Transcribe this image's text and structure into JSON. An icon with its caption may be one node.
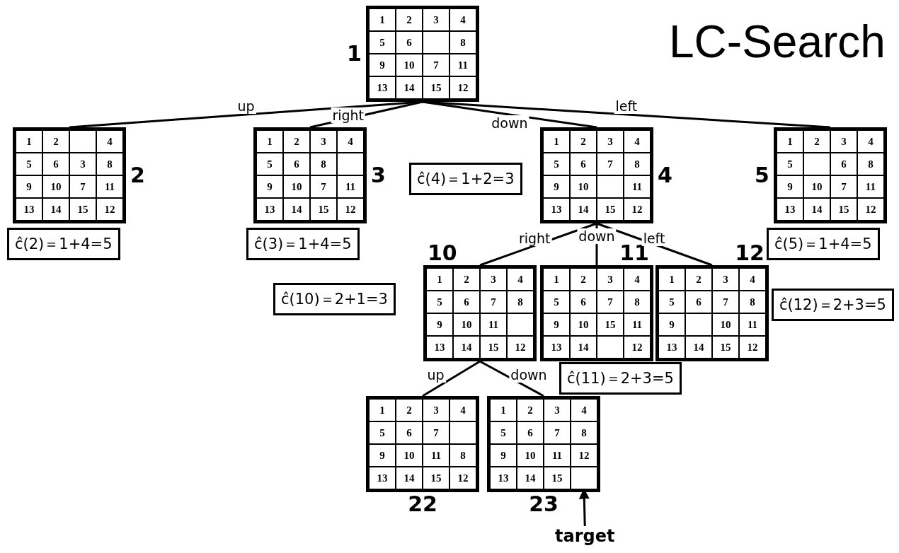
{
  "diagram": {
    "title": "LC-Search",
    "nodes": [
      {
        "text": [
          "1"
        ]
      },
      {
        "text": [
          "1"
        ],
        "in": 0
      },
      {
        "text": [
          "2"
        ],
        "in": 0
      },
      {
        "text": [
          "3"
        ],
        "in": 0
      },
      {
        "text": [
          "4"
        ],
        "in": 0
      },
      {
        "text": [
          "5"
        ],
        "in": 0
      },
      {
        "text": [
          "6"
        ],
        "in": 0
      },
      {
        "text": [],
        "shape": "box",
        "in": 0
      },
      {
        "text": [
          "8"
        ],
        "in": 0
      },
      {
        "text": [
          "9"
        ],
        "in": 0
      },
      {
        "text": [
          "10"
        ],
        "in": 0
      },
      {
        "text": [
          "7"
        ],
        "in": 0
      },
      {
        "text": [
          "11"
        ],
        "in": 0
      },
      {
        "text": [
          "13"
        ],
        "in": 0
      },
      {
        "text": [
          "14"
        ],
        "in": 0
      },
      {
        "text": [
          "15"
        ],
        "in": 0
      },
      {
        "text": [
          "12"
        ],
        "in": 0
      },
      {
        "text": [
          "2"
        ]
      },
      {
        "text": [
          "1"
        ],
        "in": 17
      },
      {
        "text": [
          "2"
        ],
        "in": 17
      },
      {
        "text": [],
        "shape": "box",
        "in": 17
      },
      {
        "text": [
          "4"
        ],
        "in": 17
      },
      {
        "text": [
          "5"
        ],
        "in": 17
      },
      {
        "text": [
          "6"
        ],
        "in": 17
      },
      {
        "text": [
          "3"
        ],
        "in": 17
      },
      {
        "text": [
          "8"
        ],
        "in": 17
      },
      {
        "text": [
          "9"
        ],
        "in": 17
      },
      {
        "text": [
          "10"
        ],
        "in": 17
      },
      {
        "text": [
          "7"
        ],
        "in": 17
      },
      {
        "text": [
          "11"
        ],
        "in": 17
      },
      {
        "text": [
          "13"
        ],
        "in": 17
      },
      {
        "text": [
          "14"
        ],
        "in": 17
      },
      {
        "text": [
          "15"
        ],
        "in": 17
      },
      {
        "text": [
          "12"
        ],
        "in": 17
      },
      {
        "text": [
          "3"
        ]
      },
      {
        "text": [
          "1"
        ],
        "in": 34
      },
      {
        "text": [
          "2"
        ],
        "in": 34
      },
      {
        "text": [
          "3"
        ],
        "in": 34
      },
      {
        "text": [
          "4"
        ],
        "in": 34
      },
      {
        "text": [
          "5"
        ],
        "in": 34
      },
      {
        "text": [
          "6"
        ],
        "in": 34
      },
      {
        "text": [
          "8"
        ],
        "in": 34
      },
      {
        "text": [],
        "shape": "box",
        "in": 34
      },
      {
        "text": [
          "9"
        ],
        "in": 34
      },
      {
        "text": [
          "10"
        ],
        "in": 34
      },
      {
        "text": [
          "7"
        ],
        "in": 34
      },
      {
        "text": [
          "11"
        ],
        "in": 34
      },
      {
        "text": [
          "13"
        ],
        "in": 34
      },
      {
        "text": [
          "14"
        ],
        "in": 34
      },
      {
        "text": [
          "15"
        ],
        "in": 34
      },
      {
        "text": [
          "12"
        ],
        "in": 34
      },
      {
        "text": [
          "4"
        ]
      },
      {
        "text": [
          "1"
        ],
        "in": 51
      },
      {
        "text": [
          "2"
        ],
        "in": 51
      },
      {
        "text": [
          "3"
        ],
        "in": 51
      },
      {
        "text": [
          "4"
        ],
        "in": 51
      },
      {
        "text": [
          "5"
        ],
        "in": 51
      },
      {
        "text": [
          "6"
        ],
        "in": 51
      },
      {
        "text": [
          "7"
        ],
        "in": 51
      },
      {
        "text": [
          "8"
        ],
        "in": 51
      },
      {
        "text": [
          "9"
        ],
        "in": 51
      },
      {
        "text": [
          "10"
        ],
        "in": 51
      },
      {
        "text": [],
        "shape": "box",
        "in": 51
      },
      {
        "text": [
          "11"
        ],
        "in": 51
      },
      {
        "text": [
          "13"
        ],
        "in": 51
      },
      {
        "text": [
          "14"
        ],
        "in": 51
      },
      {
        "text": [
          "15"
        ],
        "in": 51
      },
      {
        "text": [
          "12"
        ],
        "in": 51
      },
      {
        "text": [
          "5"
        ]
      },
      {
        "text": [
          "1"
        ],
        "in": 68
      },
      {
        "text": [
          "2"
        ],
        "in": 68
      },
      {
        "text": [
          "3"
        ],
        "in": 68
      },
      {
        "text": [
          "4"
        ],
        "in": 68
      },
      {
        "text": [
          "5"
        ],
        "in": 68
      },
      {
        "text": [],
        "shape": "box",
        "in": 68
      },
      {
        "text": [
          "6"
        ],
        "in": 68
      },
      {
        "text": [
          "8"
        ],
        "in": 68
      },
      {
        "text": [
          "9"
        ],
        "in": 68
      },
      {
        "text": [
          "10"
        ],
        "in": 68
      },
      {
        "text": [
          "7"
        ],
        "in": 68
      },
      {
        "text": [
          "11"
        ],
        "in": 68
      },
      {
        "text": [
          "13"
        ],
        "in": 68
      },
      {
        "text": [
          "14"
        ],
        "in": 68
      },
      {
        "text": [
          "15"
        ],
        "in": 68
      },
      {
        "text": [
          "12"
        ],
        "in": 68
      },
      {
        "text": [
          "10"
        ]
      },
      {
        "text": [
          "1"
        ],
        "in": 85
      },
      {
        "text": [
          "2"
        ],
        "in": 85
      },
      {
        "text": [
          "3"
        ],
        "in": 85
      },
      {
        "text": [
          "4"
        ],
        "in": 85
      },
      {
        "text": [
          "5"
        ],
        "in": 85
      },
      {
        "text": [
          "6"
        ],
        "in": 85
      },
      {
        "text": [
          "7"
        ],
        "in": 85
      },
      {
        "text": [
          "8"
        ],
        "in": 85
      },
      {
        "text": [
          "9"
        ],
        "in": 85
      },
      {
        "text": [
          "10"
        ],
        "in": 85
      },
      {
        "text": [
          "11"
        ],
        "in": 85
      },
      {
        "text": [],
        "shape": "box",
        "in": 85
      },
      {
        "text": [
          "13"
        ],
        "in": 85
      },
      {
        "text": [
          "14"
        ],
        "in": 85
      },
      {
        "text": [
          "15"
        ],
        "in": 85
      },
      {
        "text": [
          "12"
        ],
        "in": 85
      },
      {
        "text": [
          "11"
        ]
      },
      {
        "text": [
          "1"
        ],
        "in": 102
      },
      {
        "text": [
          "2"
        ],
        "in": 102
      },
      {
        "text": [
          "3"
        ],
        "in": 102
      },
      {
        "text": [
          "4"
        ],
        "in": 102
      },
      {
        "text": [
          "5"
        ],
        "in": 102
      },
      {
        "text": [
          "6"
        ],
        "in": 102
      },
      {
        "text": [
          "7"
        ],
        "in": 102
      },
      {
        "text": [
          "8"
        ],
        "in": 102
      },
      {
        "text": [
          "9"
        ],
        "in": 102
      },
      {
        "text": [
          "10"
        ],
        "in": 102
      },
      {
        "text": [
          "15"
        ],
        "in": 102
      },
      {
        "text": [
          "11"
        ],
        "in": 102
      },
      {
        "text": [
          "13"
        ],
        "in": 102
      },
      {
        "text": [
          "14"
        ],
        "in": 102
      },
      {
        "text": [],
        "shape": "box",
        "in": 102
      },
      {
        "text": [
          "12"
        ],
        "in": 102
      },
      {
        "text": [
          "12"
        ]
      },
      {
        "text": [
          "1"
        ],
        "in": 119
      },
      {
        "text": [
          "2"
        ],
        "in": 119
      },
      {
        "text": [
          "3"
        ],
        "in": 119
      },
      {
        "text": [
          "4"
        ],
        "in": 119
      },
      {
        "text": [
          "5"
        ],
        "in": 119
      },
      {
        "text": [
          "6"
        ],
        "in": 119
      },
      {
        "text": [
          "7"
        ],
        "in": 119
      },
      {
        "text": [
          "8"
        ],
        "in": 119
      },
      {
        "text": [
          "9"
        ],
        "in": 119
      },
      {
        "text": [],
        "shape": "box",
        "in": 119
      },
      {
        "text": [
          "10"
        ],
        "in": 119
      },
      {
        "text": [
          "11"
        ],
        "in": 119
      },
      {
        "text": [
          "13"
        ],
        "in": 119
      },
      {
        "text": [
          "14"
        ],
        "in": 119
      },
      {
        "text": [
          "15"
        ],
        "in": 119
      },
      {
        "text": [
          "12"
        ],
        "in": 119
      },
      {
        "text": [
          "22"
        ]
      },
      {
        "text": [
          "1"
        ],
        "in": 136
      },
      {
        "text": [
          "2"
        ],
        "in": 136
      },
      {
        "text": [
          "3"
        ],
        "in": 136
      },
      {
        "text": [
          "4"
        ],
        "in": 136
      },
      {
        "text": [
          "5"
        ],
        "in": 136
      },
      {
        "text": [
          "6"
        ],
        "in": 136
      },
      {
        "text": [
          "7"
        ],
        "in": 136
      },
      {
        "text": [],
        "shape": "box",
        "in": 136
      },
      {
        "text": [
          "9"
        ],
        "in": 136
      },
      {
        "text": [
          "10"
        ],
        "in": 136
      },
      {
        "text": [
          "11"
        ],
        "in": 136
      },
      {
        "text": [
          "8"
        ],
        "in": 136
      },
      {
        "text": [
          "13"
        ],
        "in": 136
      },
      {
        "text": [
          "14"
        ],
        "in": 136
      },
      {
        "text": [
          "15"
        ],
        "in": 136
      },
      {
        "text": [
          "12"
        ],
        "in": 136
      },
      {
        "text": [
          "23"
        ]
      },
      {
        "text": [
          "1"
        ],
        "in": 153
      },
      {
        "text": [
          "2"
        ],
        "in": 153
      },
      {
        "text": [
          "3"
        ],
        "in": 153
      },
      {
        "text": [
          "4"
        ],
        "in": 153
      },
      {
        "text": [
          "5"
        ],
        "in": 153
      },
      {
        "text": [
          "6"
        ],
        "in": 153
      },
      {
        "text": [
          "7"
        ],
        "in": 153
      },
      {
        "text": [
          "8"
        ],
        "in": 153
      },
      {
        "text": [
          "9"
        ],
        "in": 153
      },
      {
        "text": [
          "10"
        ],
        "in": 153
      },
      {
        "text": [
          "11"
        ],
        "in": 153
      },
      {
        "text": [
          "12"
        ],
        "in": 153
      },
      {
        "text": [
          "13"
        ],
        "in": 153
      },
      {
        "text": [
          "14"
        ],
        "in": 153
      },
      {
        "text": [
          "15"
        ],
        "in": 153
      },
      {
        "text": [],
        "shape": "box",
        "in": 153
      },
      {
        "text": [
          "ĉ(2)＝1+4=5"
        ]
      },
      {
        "text": [
          "ĉ(3)＝1+4=5"
        ]
      },
      {
        "text": [
          "ĉ(4)＝1+2=3"
        ]
      },
      {
        "text": [
          "ĉ(5)＝1+4=5"
        ]
      },
      {
        "text": [
          "ĉ(10)＝2+1=3"
        ]
      },
      {
        "text": [
          "ĉ(11)＝2+3=5"
        ]
      },
      {
        "text": [
          "ĉ(12)＝2+3=5"
        ]
      },
      {
        "text": [
          "target"
        ]
      }
    ],
    "edges": [
      {
        "from": 0,
        "to": 17,
        "arrow": "none",
        "label": "up"
      },
      {
        "from": 0,
        "to": 34,
        "arrow": "none",
        "label": "right"
      },
      {
        "from": 0,
        "to": 51,
        "arrow": "none",
        "label": "down"
      },
      {
        "from": 0,
        "to": 68,
        "arrow": "none",
        "label": "left"
      },
      {
        "from": 51,
        "to": 85,
        "arrow": "none",
        "label": "right"
      },
      {
        "from": 51,
        "to": 102,
        "arrow": "none",
        "label": "down"
      },
      {
        "from": 51,
        "to": 119,
        "arrow": "none",
        "label": "left"
      },
      {
        "from": 85,
        "to": 136,
        "arrow": "none",
        "label": "up"
      },
      {
        "from": 85,
        "to": 153,
        "arrow": "none",
        "label": "down"
      },
      {
        "from": 177,
        "to": 169,
        "arrow": "to"
      }
    ]
  }
}
